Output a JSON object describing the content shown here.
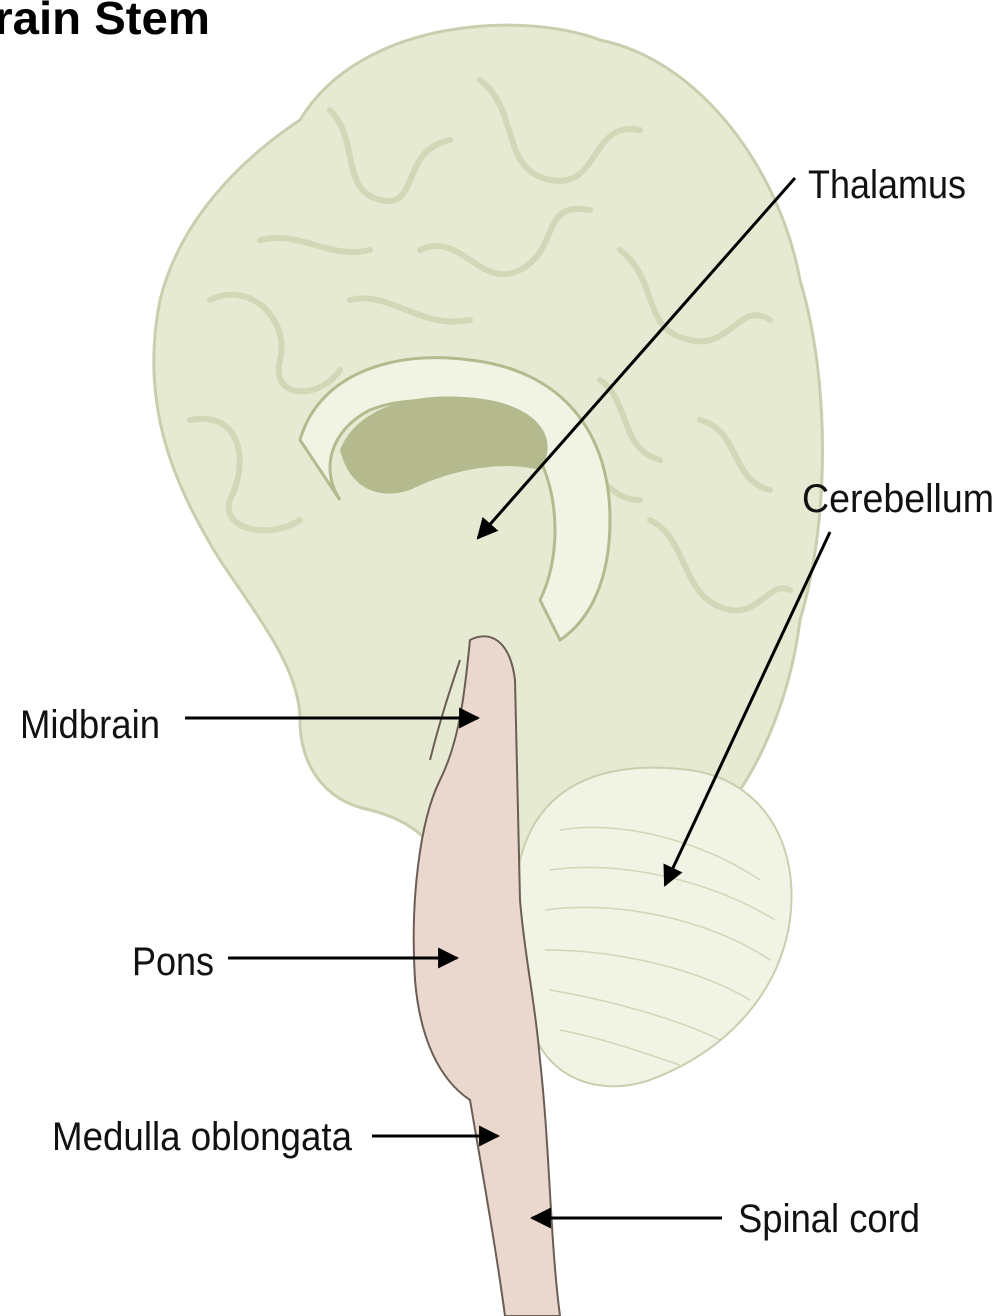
{
  "title": "Brain Stem",
  "labels": {
    "thalamus": "Thalamus",
    "cerebellum": "Cerebellum",
    "midbrain": "Midbrain",
    "pons": "Pons",
    "medulla": "Medulla oblongata",
    "spinal_cord": "Spinal cord"
  },
  "colors": {
    "cerebrum": "#e6ead2",
    "cerebrum_outline": "#c9cfae",
    "gyri_lines": "#c2c8a4",
    "corpus": "#f1f3e4",
    "ventricle": "#b4ba8e",
    "brainstem": "#ead8cf",
    "arrow": "#000000"
  }
}
